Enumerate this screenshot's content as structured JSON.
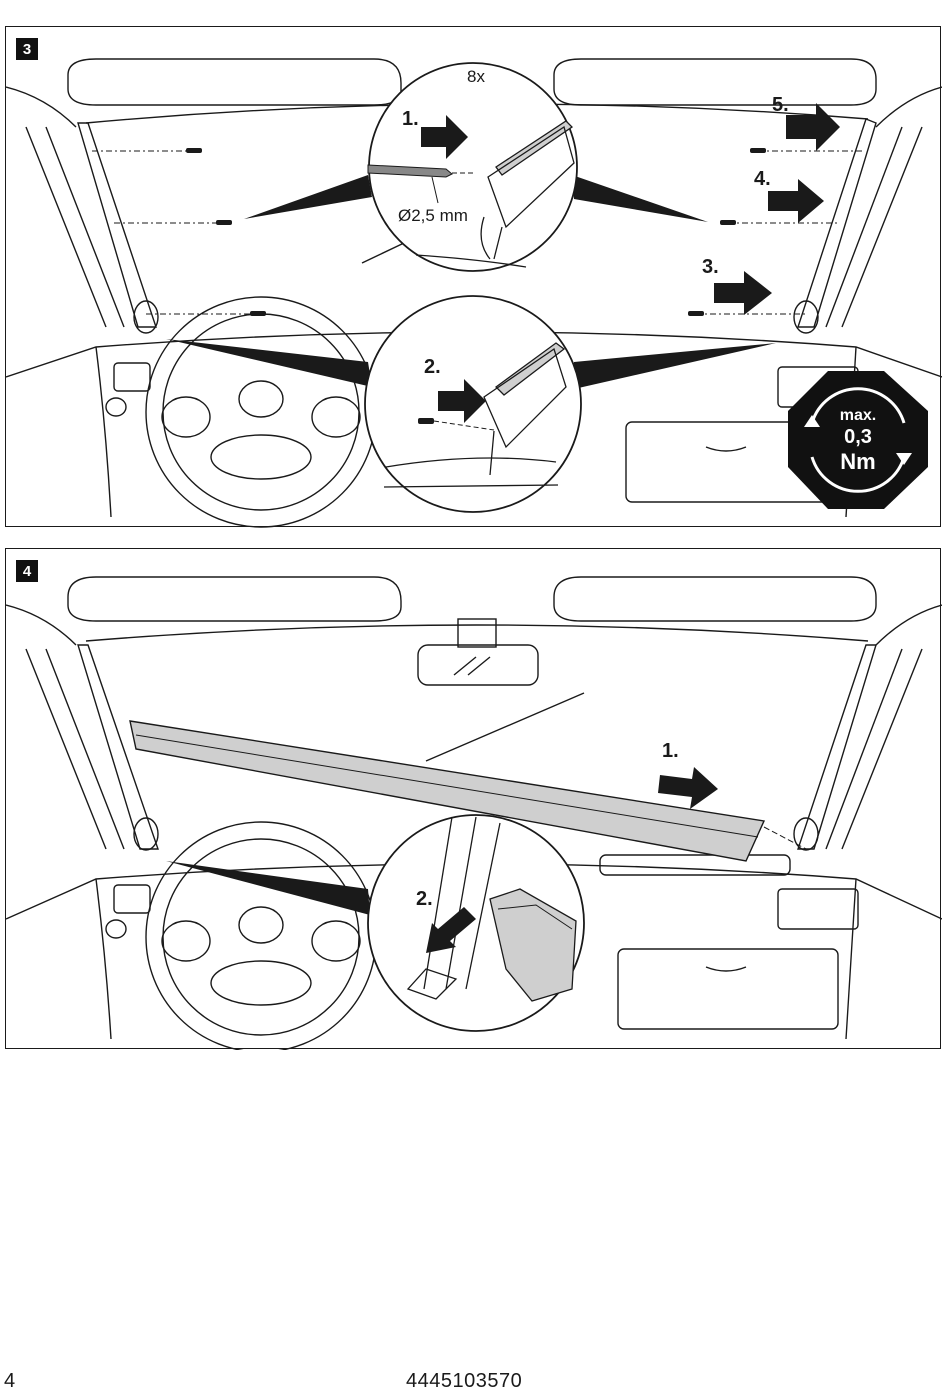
{
  "page": {
    "number": "4",
    "article_code": "4445103570"
  },
  "step3": {
    "badge": "3",
    "quantity": "8x",
    "drill_diameter": "Ø2,5 mm",
    "steps": [
      "1.",
      "2.",
      "3.",
      "4.",
      "5."
    ],
    "torque": {
      "line1": "max.",
      "line2": "0,3",
      "line3": "Nm"
    }
  },
  "step4": {
    "badge": "4",
    "steps": [
      "1.",
      "2."
    ]
  },
  "icons": [
    "arrow-right-icon",
    "drill-bit-icon",
    "screw-icon",
    "torque-rotate-icon"
  ],
  "colors": {
    "ink": "#1a1a1a",
    "part_fill": "#cfcfcf",
    "badge_bg": "#111111"
  }
}
